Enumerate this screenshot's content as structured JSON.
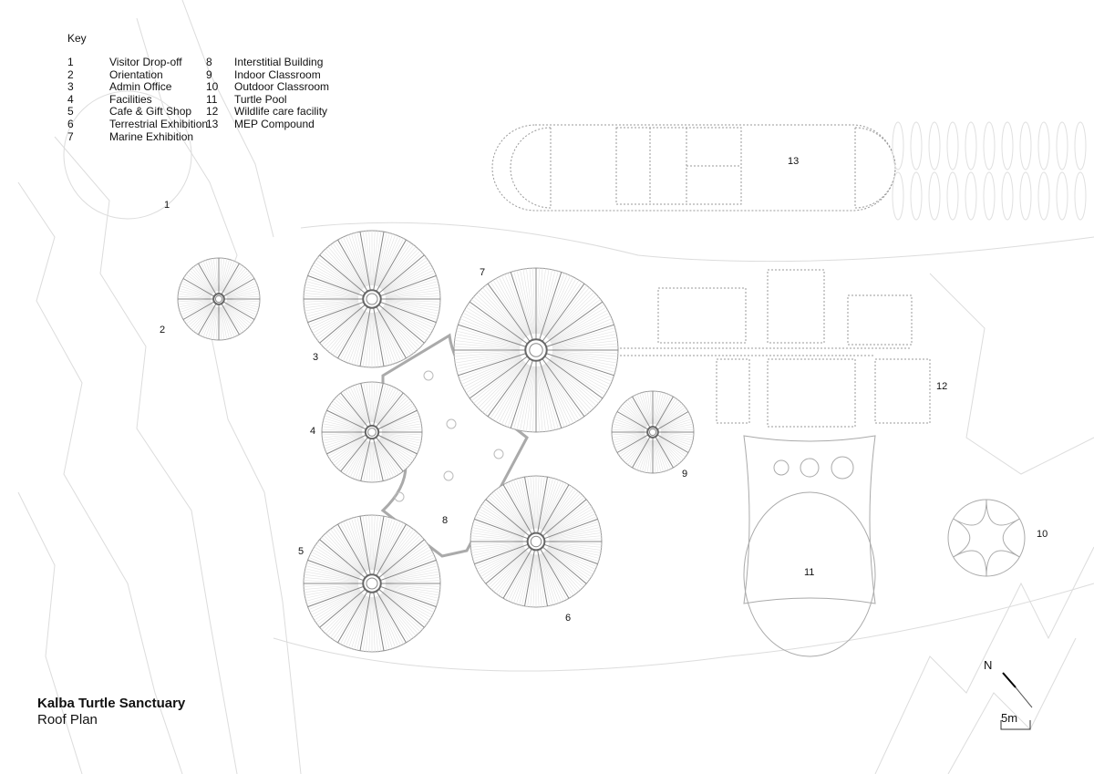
{
  "key": {
    "title": "Key",
    "left": [
      {
        "num": "1",
        "label": "Visitor Drop-off"
      },
      {
        "num": "2",
        "label": "Orientation"
      },
      {
        "num": "3",
        "label": "Admin Office"
      },
      {
        "num": "4",
        "label": "Facilities"
      },
      {
        "num": "5",
        "label": "Cafe & Gift Shop"
      },
      {
        "num": "6",
        "label": "Terrestrial Exhibition"
      },
      {
        "num": "7",
        "label": "Marine Exhibition"
      }
    ],
    "right": [
      {
        "num": "8",
        "label": "Interstitial Building"
      },
      {
        "num": "9",
        "label": "Indoor Classroom"
      },
      {
        "num": "10",
        "label": "Outdoor Classroom"
      },
      {
        "num": "11",
        "label": "Turtle Pool"
      },
      {
        "num": "12",
        "label": "Wildlife care facility"
      },
      {
        "num": "13",
        "label": "MEP Compound"
      }
    ]
  },
  "plan_labels": [
    "1",
    "2",
    "3",
    "4",
    "5",
    "6",
    "7",
    "8",
    "9",
    "10",
    "11",
    "12",
    "13"
  ],
  "title": "Kalba Turtle Sanctuary",
  "subtitle": "Roof Plan",
  "north_label": "N",
  "scale_label": "5m",
  "colors": {
    "line": "#9a9a9a",
    "light": "#d8d8d8",
    "text": "#111111"
  }
}
